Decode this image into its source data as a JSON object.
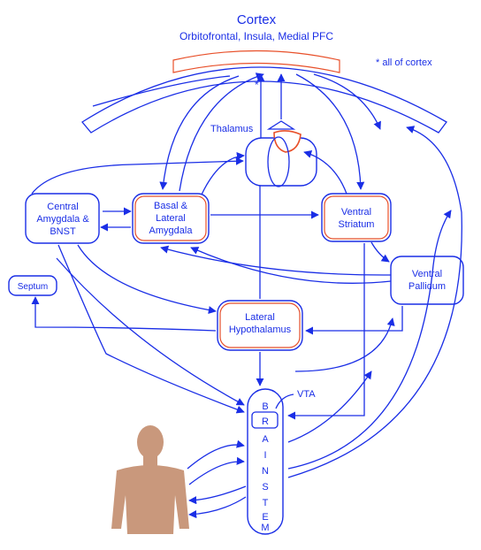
{
  "cortex": {
    "title": "Cortex",
    "subtitle": "Orbitofrontal, Insula, Medial PFC",
    "note": "* all of cortex",
    "asterisk": "*"
  },
  "thalamus": {
    "label": "Thalamus"
  },
  "nodes": {
    "central_amygdala": [
      "Central",
      "Amygdala &",
      "BNST"
    ],
    "basal_lateral_amygdala": [
      "Basal &",
      "Lateral",
      "Amygdala"
    ],
    "ventral_striatum": [
      "Ventral",
      "Striatum"
    ],
    "ventral_pallidum": [
      "Ventral",
      "Pallidum"
    ],
    "septum": "Septum",
    "lateral_hypothalamus": [
      "Lateral",
      "Hypothalamus"
    ],
    "vta": "VTA",
    "brainstem_letters": [
      "B",
      "R",
      "A",
      "I",
      "N",
      "S",
      "T",
      "E",
      "M"
    ]
  },
  "colors": {
    "line": "#1a2ee6",
    "highlight": "#e8502a",
    "body": "#c9987c"
  }
}
